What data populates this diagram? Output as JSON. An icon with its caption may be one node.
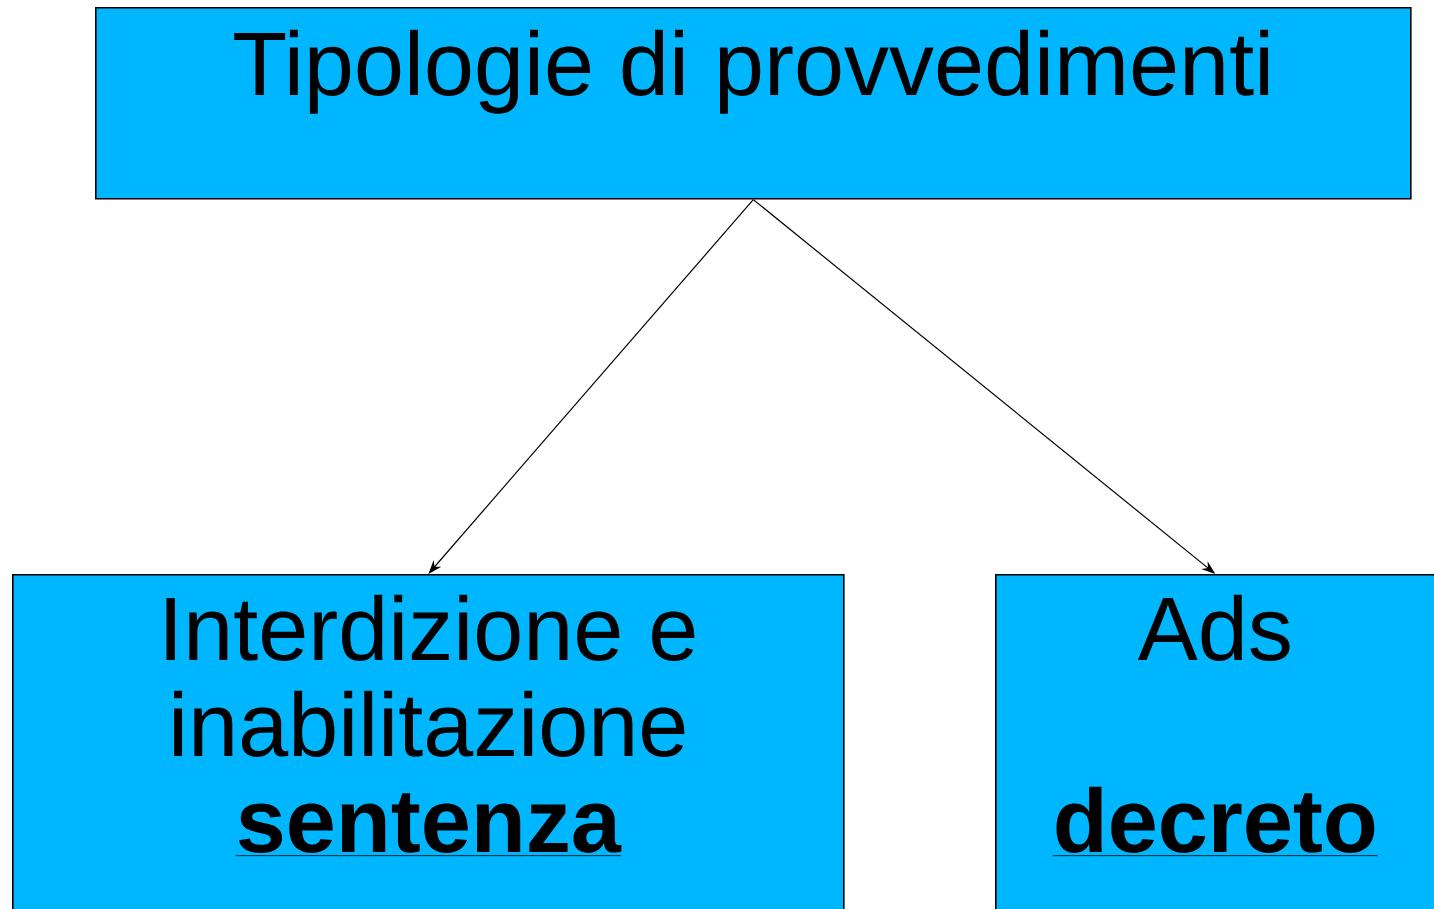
{
  "diagram": {
    "nodes": [
      {
        "text": [
          "Tipologie di provvedimenti"
        ]
      },
      {
        "text": [
          "Interdizione e inabilitazione",
          "sentenza"
        ]
      },
      {
        "text": [
          "Ads",
          "decreto"
        ]
      }
    ],
    "edges": [
      {
        "from": 0,
        "to": 1,
        "arrow": "to"
      },
      {
        "from": 0,
        "to": 2,
        "arrow": "to"
      }
    ]
  }
}
